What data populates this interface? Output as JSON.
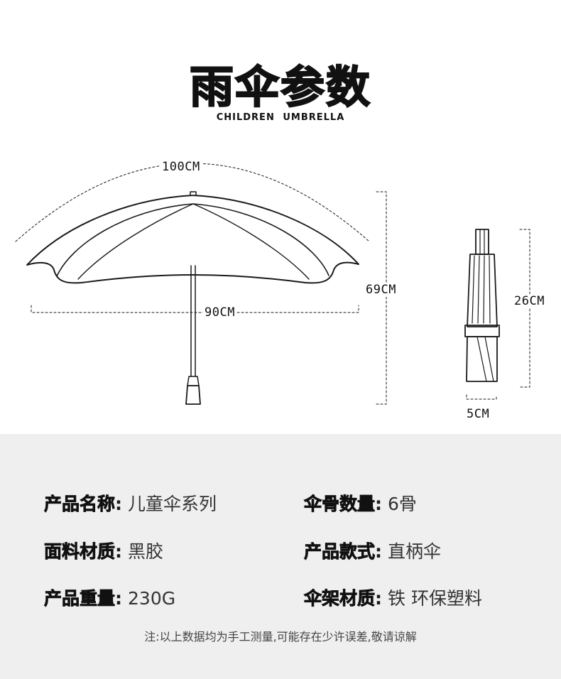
{
  "header": {
    "title": "雨伞参数",
    "subtitle": "CHILDREN  UMBRELLA"
  },
  "dimensions": {
    "canopy_arc": "100CM",
    "canopy_width": "90CM",
    "open_height": "69CM",
    "folded_length": "26CM",
    "folded_width": "5CM"
  },
  "specs": [
    {
      "key": "产品名称",
      "colon": ":",
      "value": "儿童伞系列"
    },
    {
      "key": "伞骨数量",
      "colon": ":",
      "value": "6骨"
    },
    {
      "key": "面料材质",
      "colon": ":",
      "value": "黑胶"
    },
    {
      "key": "产品款式",
      "colon": ":",
      "value": "直柄伞"
    },
    {
      "key": "产品重量",
      "colon": ":",
      "value": "230G"
    },
    {
      "key": "伞架材质",
      "colon": ":",
      "value": "铁 环保塑料"
    }
  ],
  "note": "注:以上数据均为手工测量,可能存在少许误差,敬请谅解",
  "colors": {
    "line": "#1a1a1a",
    "panel_bg": "#efefef"
  },
  "icons": [
    "open-umbrella-icon",
    "folded-umbrella-icon"
  ]
}
